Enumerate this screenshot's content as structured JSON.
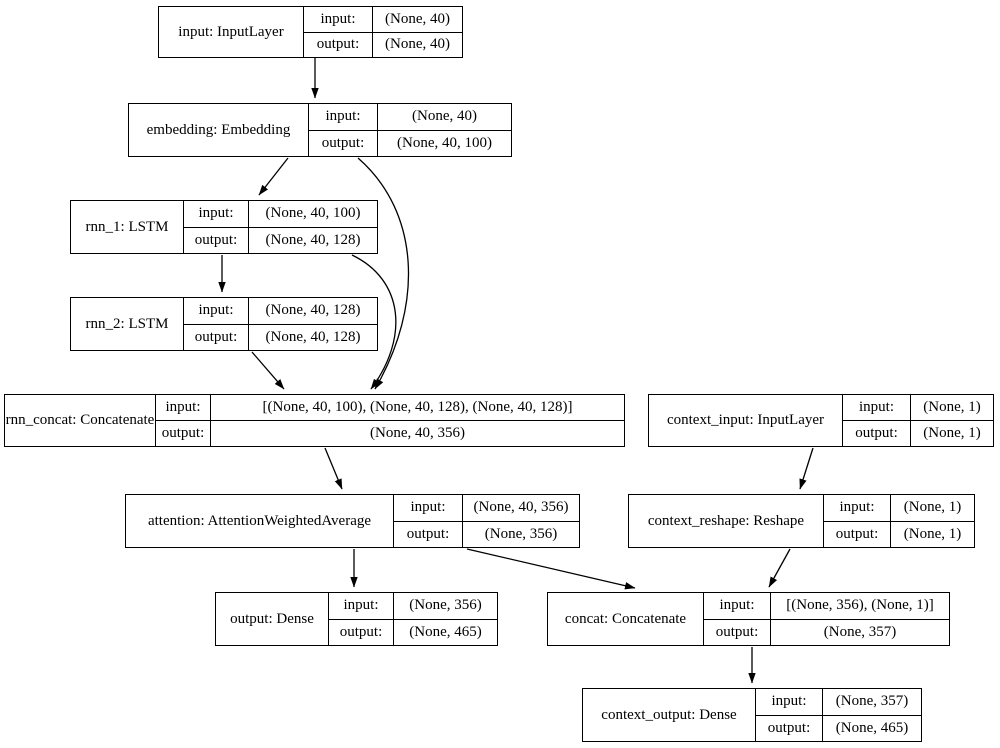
{
  "captions": {
    "input": "input:",
    "output": "output:"
  },
  "diagram": {
    "type": "keras-model-graph",
    "colors": {
      "background": "#ffffff",
      "node_border": "#000000",
      "edge": "#000000",
      "text": "#000000"
    },
    "nodes": [
      {
        "id": "input",
        "label": "input: InputLayer",
        "input_shape": "(None, 40)",
        "output_shape": "(None, 40)"
      },
      {
        "id": "embedding",
        "label": "embedding: Embedding",
        "input_shape": "(None, 40)",
        "output_shape": "(None, 40, 100)"
      },
      {
        "id": "rnn_1",
        "label": "rnn_1: LSTM",
        "input_shape": "(None, 40, 100)",
        "output_shape": "(None, 40, 128)"
      },
      {
        "id": "rnn_2",
        "label": "rnn_2: LSTM",
        "input_shape": "(None, 40, 128)",
        "output_shape": "(None, 40, 128)"
      },
      {
        "id": "rnn_concat",
        "label": "rnn_concat: Concatenate",
        "input_shape": "[(None, 40, 100), (None, 40, 128), (None, 40, 128)]",
        "output_shape": "(None, 40, 356)"
      },
      {
        "id": "context_input",
        "label": "context_input: InputLayer",
        "input_shape": "(None, 1)",
        "output_shape": "(None, 1)"
      },
      {
        "id": "attention",
        "label": "attention: AttentionWeightedAverage",
        "input_shape": "(None, 40, 356)",
        "output_shape": "(None, 356)"
      },
      {
        "id": "context_reshape",
        "label": "context_reshape: Reshape",
        "input_shape": "(None, 1)",
        "output_shape": "(None, 1)"
      },
      {
        "id": "output",
        "label": "output: Dense",
        "input_shape": "(None, 356)",
        "output_shape": "(None, 465)"
      },
      {
        "id": "concat",
        "label": "concat: Concatenate",
        "input_shape": "[(None, 356), (None, 1)]",
        "output_shape": "(None, 357)"
      },
      {
        "id": "context_output",
        "label": "context_output: Dense",
        "input_shape": "(None, 357)",
        "output_shape": "(None, 465)"
      }
    ],
    "edges": [
      {
        "from": "input",
        "to": "embedding"
      },
      {
        "from": "embedding",
        "to": "rnn_1"
      },
      {
        "from": "embedding",
        "to": "rnn_concat"
      },
      {
        "from": "rnn_1",
        "to": "rnn_2"
      },
      {
        "from": "rnn_1",
        "to": "rnn_concat"
      },
      {
        "from": "rnn_2",
        "to": "rnn_concat"
      },
      {
        "from": "rnn_concat",
        "to": "attention"
      },
      {
        "from": "attention",
        "to": "output"
      },
      {
        "from": "attention",
        "to": "concat"
      },
      {
        "from": "context_input",
        "to": "context_reshape"
      },
      {
        "from": "context_reshape",
        "to": "concat"
      },
      {
        "from": "concat",
        "to": "context_output"
      }
    ]
  }
}
